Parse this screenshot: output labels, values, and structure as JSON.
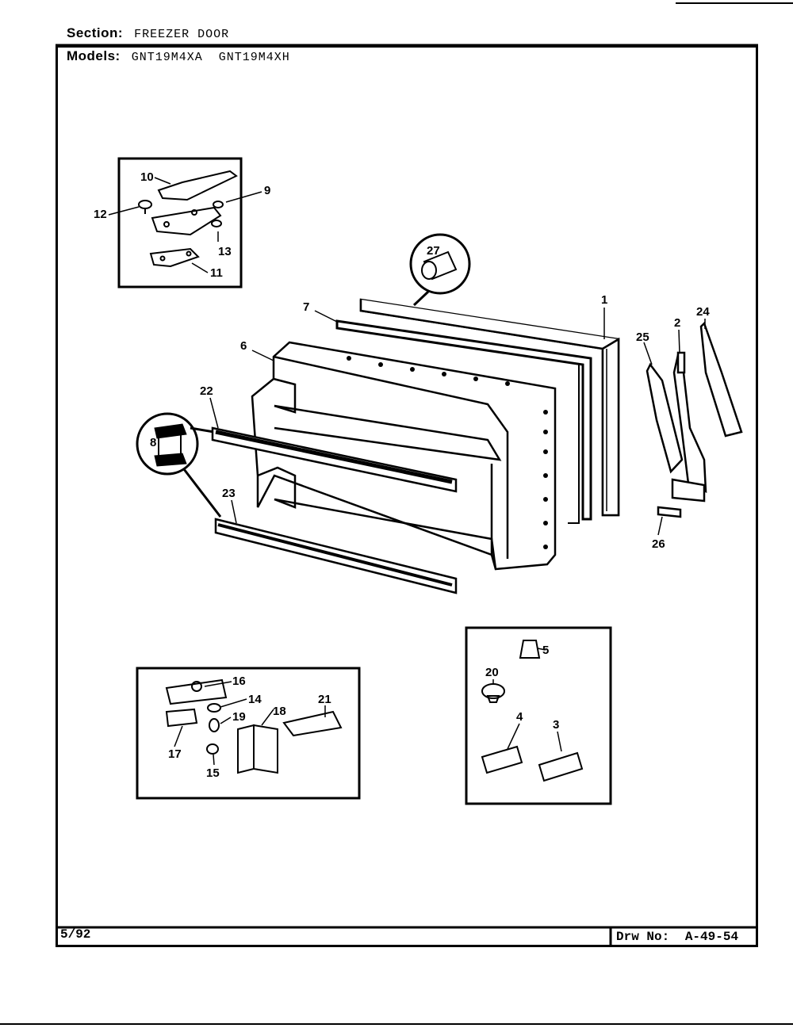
{
  "header": {
    "section_label": "Section:",
    "section_value": "FREEZER DOOR",
    "models_label": "Models:",
    "models": [
      "GNT19M4XA",
      "GNT19M4XH"
    ]
  },
  "footer": {
    "date": "5/92",
    "drawing_label": "Drw No:",
    "drawing_number": "A-49-54"
  },
  "callouts": [
    "1",
    "2",
    "3",
    "4",
    "5",
    "6",
    "7",
    "8",
    "9",
    "10",
    "11",
    "12",
    "13",
    "14",
    "15",
    "16",
    "17",
    "18",
    "19",
    "20",
    "21",
    "22",
    "23",
    "24",
    "25",
    "26",
    "27"
  ]
}
